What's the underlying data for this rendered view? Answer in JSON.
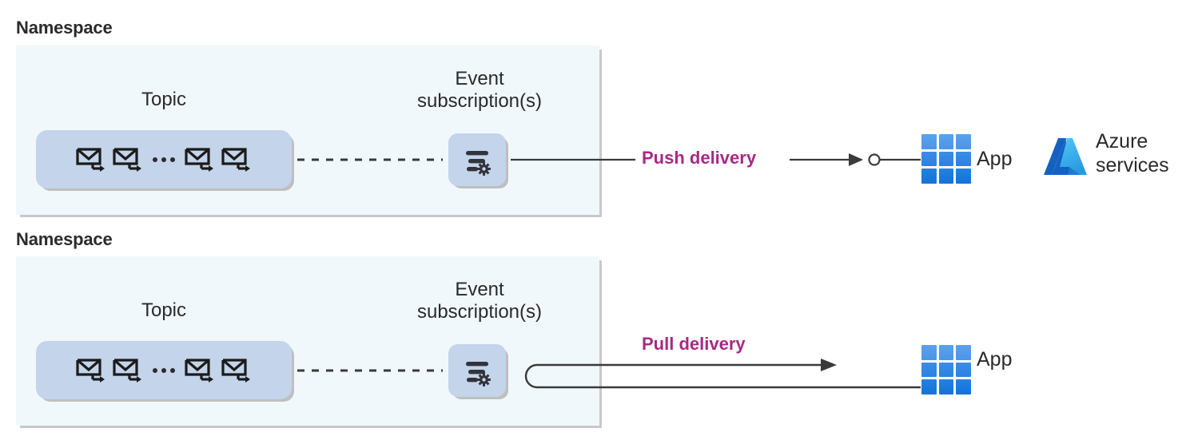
{
  "diagram": {
    "title": "Azure Event Grid namespace push and pull delivery",
    "colors": {
      "namespace_bg": "#f1f8fc",
      "box_bg": "#c4d4ea",
      "delivery_accent": "#a62a84",
      "line": "#3a3a3a",
      "app_blue_light": "#4f9ae8",
      "app_blue_dark": "#1b7ae0",
      "azure_dark": "#0f5ab4",
      "azure_light": "#3fbdf2",
      "text": "#2a2a2a"
    }
  },
  "sections": [
    {
      "id": "push",
      "namespace_label": "Namespace",
      "topic_label": "Topic",
      "subscription_label": "Event\nsubscription(s)",
      "subscription_label_line1": "Event",
      "subscription_label_line2": "subscription(s)",
      "delivery_label": "Push delivery",
      "envelope_count": 4,
      "ellipsis": "...",
      "app_label": "App",
      "azure_label_line1": "Azure",
      "azure_label_line2": "services",
      "icons": {
        "message": "envelope-arrow-icon",
        "subscription": "filter-gear-icon",
        "app": "app-grid-icon",
        "azure": "azure-logo-icon"
      }
    },
    {
      "id": "pull",
      "namespace_label": "Namespace",
      "topic_label": "Topic",
      "subscription_label_line1": "Event",
      "subscription_label_line2": "subscription(s)",
      "delivery_label": "Pull delivery",
      "envelope_count": 4,
      "ellipsis": "...",
      "app_label": "App",
      "icons": {
        "message": "envelope-arrow-icon",
        "subscription": "filter-gear-icon",
        "app": "app-grid-icon"
      }
    }
  ]
}
